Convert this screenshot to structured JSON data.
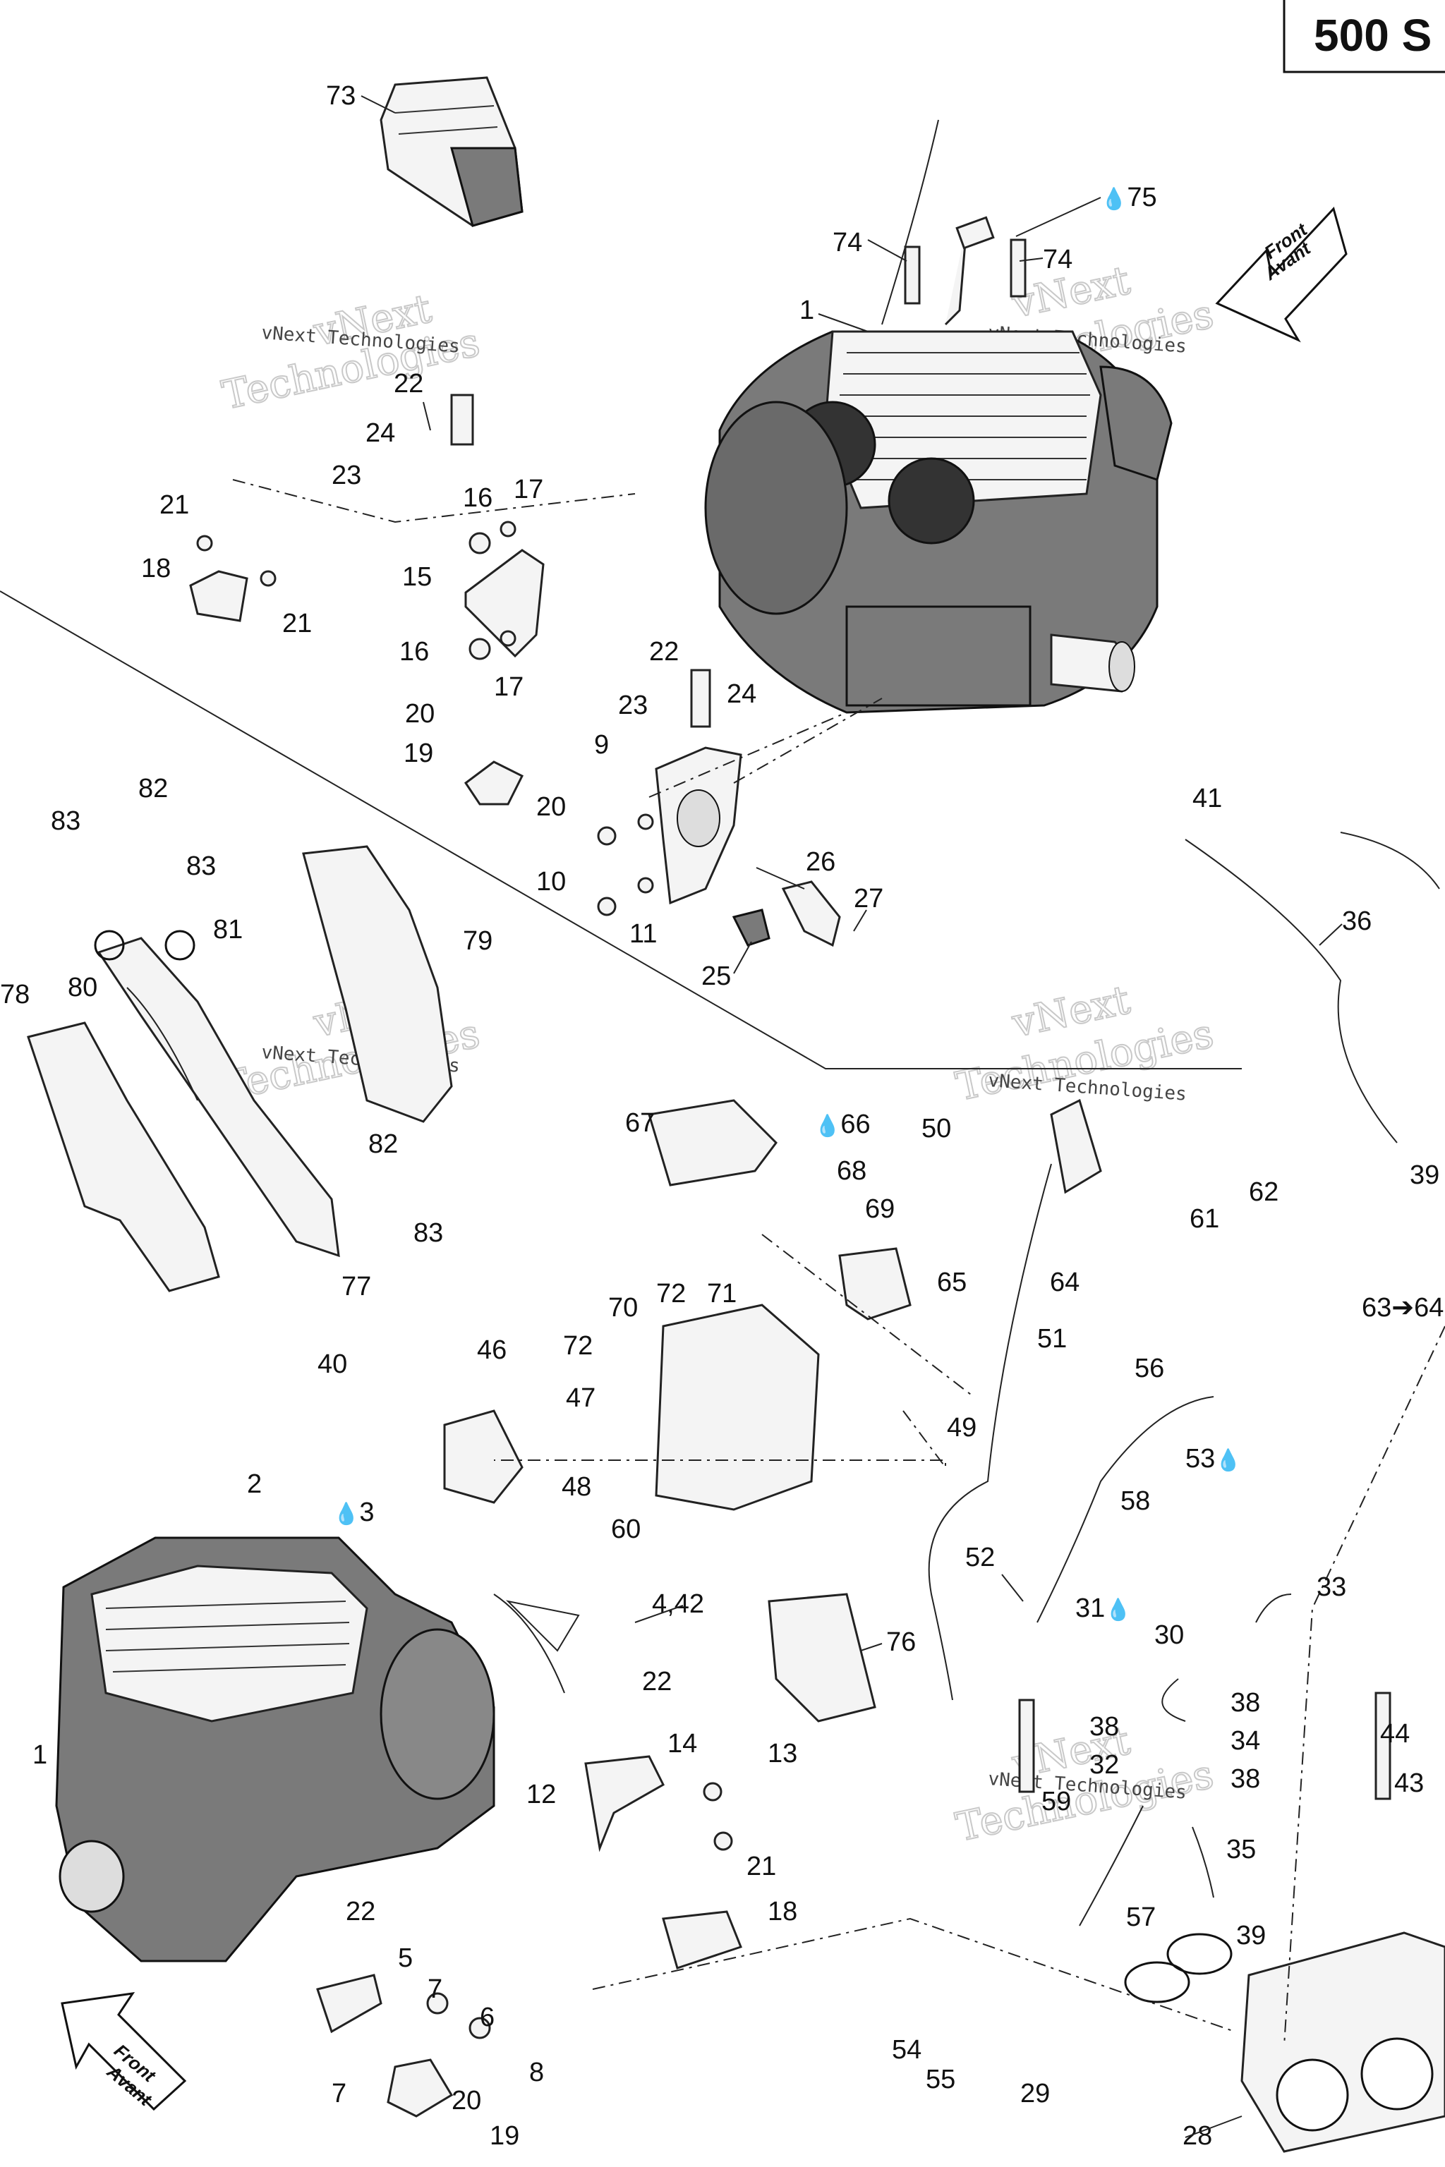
{
  "title_box": {
    "text": "500 S"
  },
  "front_arrows": {
    "top": {
      "line1": "Front",
      "line2": "Avant"
    },
    "bottom": {
      "line1": "Front",
      "line2": "Avant"
    }
  },
  "watermark": {
    "brand_top": "vNext",
    "brand_bottom": "Technologies",
    "caption": "vNext Technologies"
  },
  "oil_symbol": "💧",
  "callouts": [
    {
      "id": "c73",
      "text": "73"
    },
    {
      "id": "c75",
      "text": "75"
    },
    {
      "id": "c74a",
      "text": "74"
    },
    {
      "id": "c74b",
      "text": "74"
    },
    {
      "id": "c1a",
      "text": "1"
    },
    {
      "id": "c22a",
      "text": "22"
    },
    {
      "id": "c24a",
      "text": "24"
    },
    {
      "id": "c23a",
      "text": "23"
    },
    {
      "id": "c16a",
      "text": "16"
    },
    {
      "id": "c17a",
      "text": "17"
    },
    {
      "id": "c21a",
      "text": "21"
    },
    {
      "id": "c18a",
      "text": "18"
    },
    {
      "id": "c15",
      "text": "15"
    },
    {
      "id": "c21b",
      "text": "21"
    },
    {
      "id": "c16b",
      "text": "16"
    },
    {
      "id": "c17b",
      "text": "17"
    },
    {
      "id": "c22b",
      "text": "22"
    },
    {
      "id": "c23b",
      "text": "23"
    },
    {
      "id": "c24b",
      "text": "24"
    },
    {
      "id": "c20a",
      "text": "20"
    },
    {
      "id": "c19a",
      "text": "19"
    },
    {
      "id": "c20b",
      "text": "20"
    },
    {
      "id": "c9",
      "text": "9"
    },
    {
      "id": "c82a",
      "text": "82"
    },
    {
      "id": "c83a",
      "text": "83"
    },
    {
      "id": "c83b",
      "text": "83"
    },
    {
      "id": "c10",
      "text": "10"
    },
    {
      "id": "c11",
      "text": "11"
    },
    {
      "id": "c26",
      "text": "26"
    },
    {
      "id": "c27",
      "text": "27"
    },
    {
      "id": "c25",
      "text": "25"
    },
    {
      "id": "c41",
      "text": "41"
    },
    {
      "id": "c81",
      "text": "81"
    },
    {
      "id": "c79",
      "text": "79"
    },
    {
      "id": "c36",
      "text": "36"
    },
    {
      "id": "c78",
      "text": "78"
    },
    {
      "id": "c80",
      "text": "80"
    },
    {
      "id": "c39a",
      "text": "39"
    },
    {
      "id": "c67",
      "text": "67"
    },
    {
      "id": "c66",
      "text": "66"
    },
    {
      "id": "c50",
      "text": "50"
    },
    {
      "id": "c68",
      "text": "68"
    },
    {
      "id": "c82b",
      "text": "82"
    },
    {
      "id": "c83c",
      "text": "83"
    },
    {
      "id": "c69",
      "text": "69"
    },
    {
      "id": "c61",
      "text": "61"
    },
    {
      "id": "c62",
      "text": "62"
    },
    {
      "id": "c65",
      "text": "65"
    },
    {
      "id": "c77",
      "text": "77"
    },
    {
      "id": "c64",
      "text": "64"
    },
    {
      "id": "c63",
      "text": "63➔64"
    },
    {
      "id": "c72a",
      "text": "72"
    },
    {
      "id": "c71",
      "text": "71"
    },
    {
      "id": "c70",
      "text": "70"
    },
    {
      "id": "c40",
      "text": "40"
    },
    {
      "id": "c46",
      "text": "46"
    },
    {
      "id": "c72b",
      "text": "72"
    },
    {
      "id": "c51",
      "text": "51"
    },
    {
      "id": "c56",
      "text": "56"
    },
    {
      "id": "c47",
      "text": "47"
    },
    {
      "id": "c49",
      "text": "49"
    },
    {
      "id": "c53",
      "text": "53"
    },
    {
      "id": "c48",
      "text": "48"
    },
    {
      "id": "c2",
      "text": "2"
    },
    {
      "id": "c3",
      "text": "3"
    },
    {
      "id": "c60",
      "text": "60"
    },
    {
      "id": "c58",
      "text": "58"
    },
    {
      "id": "c52",
      "text": "52"
    },
    {
      "id": "c33",
      "text": "33"
    },
    {
      "id": "c4_42",
      "text": "4,42"
    },
    {
      "id": "c31",
      "text": "31"
    },
    {
      "id": "c76",
      "text": "76"
    },
    {
      "id": "c30",
      "text": "30"
    },
    {
      "id": "c22c",
      "text": "22"
    },
    {
      "id": "c38a",
      "text": "38"
    },
    {
      "id": "c38b",
      "text": "38"
    },
    {
      "id": "c34",
      "text": "34"
    },
    {
      "id": "c14",
      "text": "14"
    },
    {
      "id": "c1b",
      "text": "1"
    },
    {
      "id": "c32",
      "text": "32"
    },
    {
      "id": "c44",
      "text": "44"
    },
    {
      "id": "c13",
      "text": "13"
    },
    {
      "id": "c38c",
      "text": "38"
    },
    {
      "id": "c43",
      "text": "43"
    },
    {
      "id": "c12",
      "text": "12"
    },
    {
      "id": "c59",
      "text": "59"
    },
    {
      "id": "c35",
      "text": "35"
    },
    {
      "id": "c21c",
      "text": "21"
    },
    {
      "id": "c18b",
      "text": "18"
    },
    {
      "id": "c57",
      "text": "57"
    },
    {
      "id": "c22d",
      "text": "22"
    },
    {
      "id": "c39b",
      "text": "39"
    },
    {
      "id": "c5",
      "text": "5"
    },
    {
      "id": "c7a",
      "text": "7"
    },
    {
      "id": "c6",
      "text": "6"
    },
    {
      "id": "c8",
      "text": "8"
    },
    {
      "id": "c54",
      "text": "54"
    },
    {
      "id": "c55",
      "text": "55"
    },
    {
      "id": "c29",
      "text": "29"
    },
    {
      "id": "c7b",
      "text": "7"
    },
    {
      "id": "c20c",
      "text": "20"
    },
    {
      "id": "c19b",
      "text": "19"
    },
    {
      "id": "c28",
      "text": "28"
    }
  ]
}
